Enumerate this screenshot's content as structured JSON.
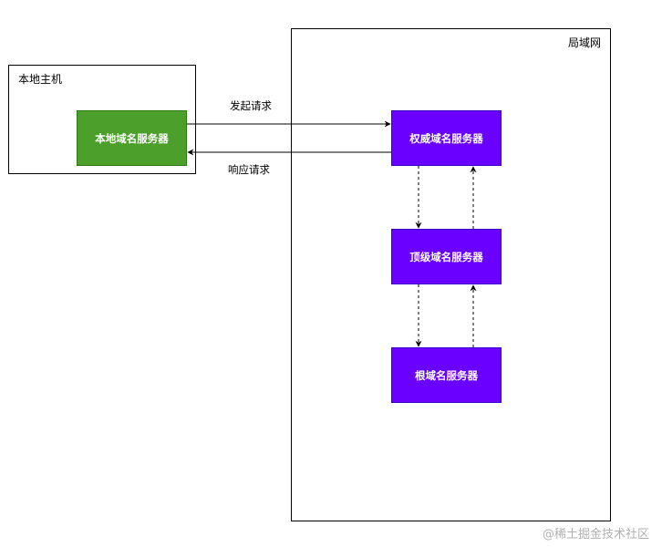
{
  "groups": {
    "local_host": "本地主机",
    "lan": "局域网"
  },
  "nodes": {
    "local_dns": "本地域名服务器",
    "authoritative_dns": "权威域名服务器",
    "tld_dns": "顶级域名服务器",
    "root_dns": "根域名服务器"
  },
  "edges": {
    "request": "发起请求",
    "response": "响应请求"
  },
  "colors": {
    "local_node_fill": "#4c9f2a",
    "server_node_fill": "#6a00ff"
  },
  "watermark": "@稀土掘金技术社区"
}
